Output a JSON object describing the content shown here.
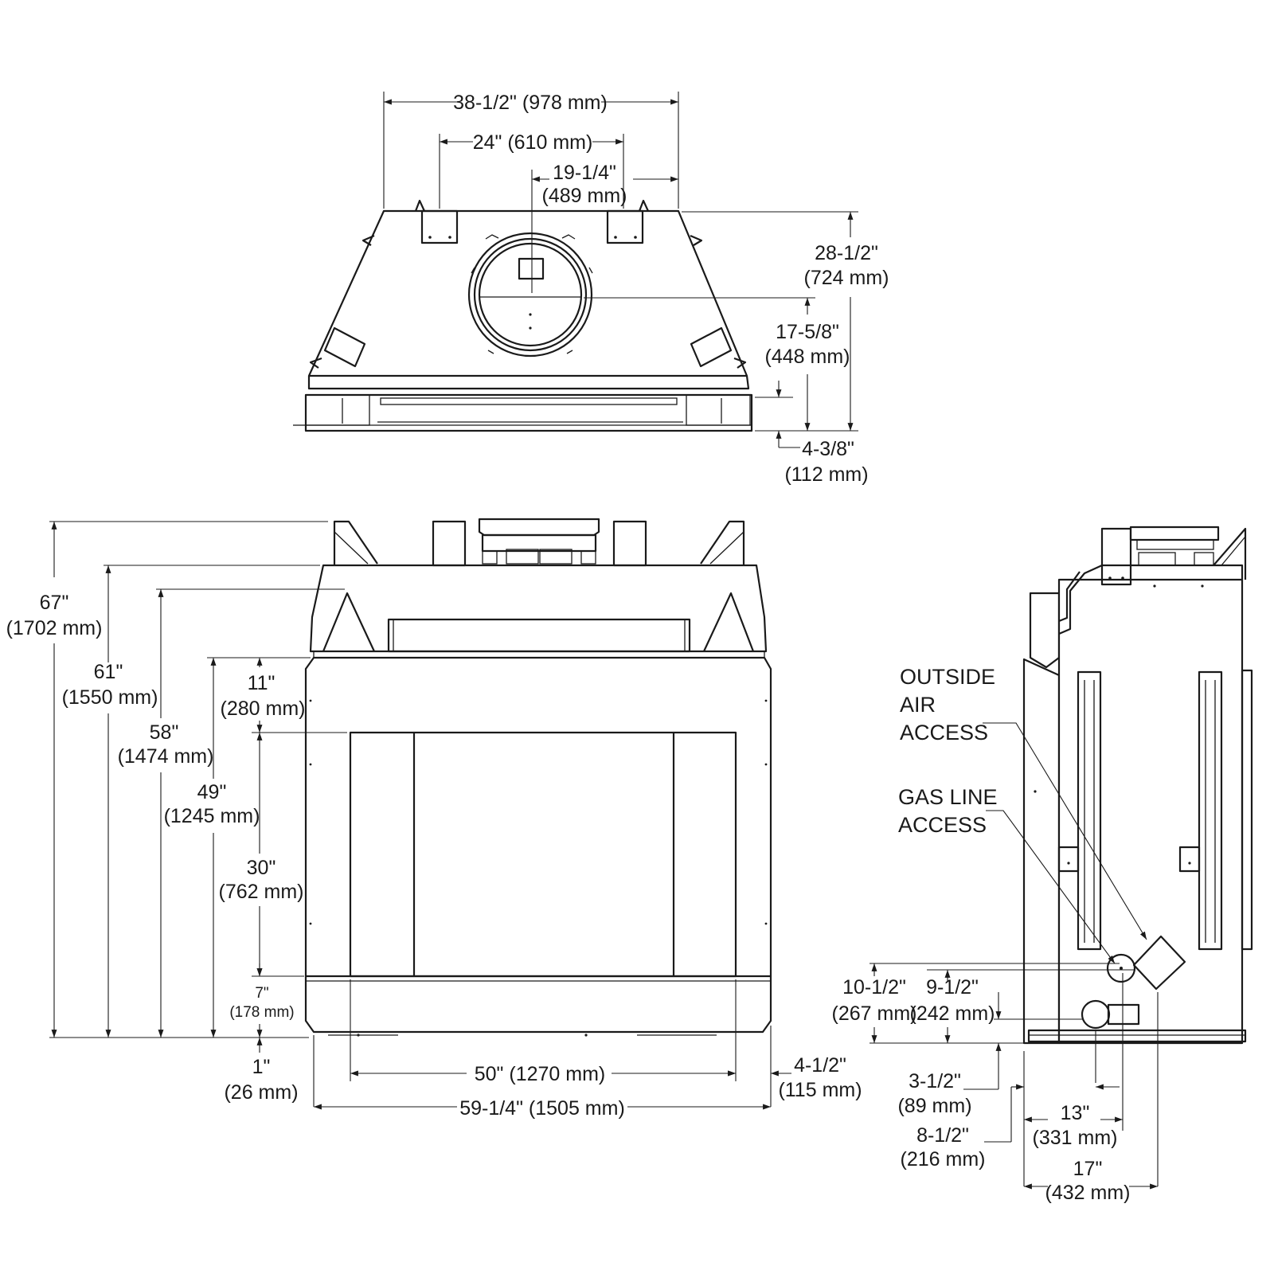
{
  "top_view": {
    "width_total": "38-1/2\" (978 mm)",
    "width_bracket": "24\" (610 mm)",
    "vent_offset": [
      "19-1/4\"",
      "(489 mm)"
    ],
    "depth_total": [
      "28-1/2\"",
      "(724 mm)"
    ],
    "vent_depth": [
      "17-5/8\"",
      "(448 mm)"
    ],
    "front_depth": [
      "4-3/8\"",
      "(112 mm)"
    ]
  },
  "front_view": {
    "h_total": [
      "67\"",
      "(1702 mm)"
    ],
    "h_top": [
      "61\"",
      "(1550 mm)"
    ],
    "h_upper": [
      "58\"",
      "(1474 mm)"
    ],
    "h_frame": [
      "49\"",
      "(1245 mm)"
    ],
    "top_margin": [
      "11\"",
      "(280 mm)"
    ],
    "opening_height": [
      "30\"",
      "(762 mm)"
    ],
    "bottom_margin": [
      "7\"",
      "(178 mm)"
    ],
    "base_height": [
      "1\"",
      "(26 mm)"
    ],
    "opening_width": "50\" (1270 mm)",
    "total_width": "59-1/4\" (1505 mm)",
    "side_margin": [
      "4-1/2\"",
      "(115 mm)"
    ]
  },
  "side_view": {
    "outside_air_access": [
      "OUTSIDE",
      "AIR",
      "ACCESS"
    ],
    "gas_line_access": [
      "GAS LINE",
      "ACCESS"
    ],
    "air_height": [
      "10-1/2\"",
      "(267 mm)"
    ],
    "gas_height": [
      "9-1/2\"",
      "(242 mm)"
    ],
    "gas_low": [
      "3-1/2\"",
      "(89 mm)"
    ],
    "gas_offset": [
      "8-1/2\"",
      "(216 mm)"
    ],
    "gas_depth": [
      "13\"",
      "(331 mm)"
    ],
    "air_depth": [
      "17\"",
      "(432 mm)"
    ]
  }
}
